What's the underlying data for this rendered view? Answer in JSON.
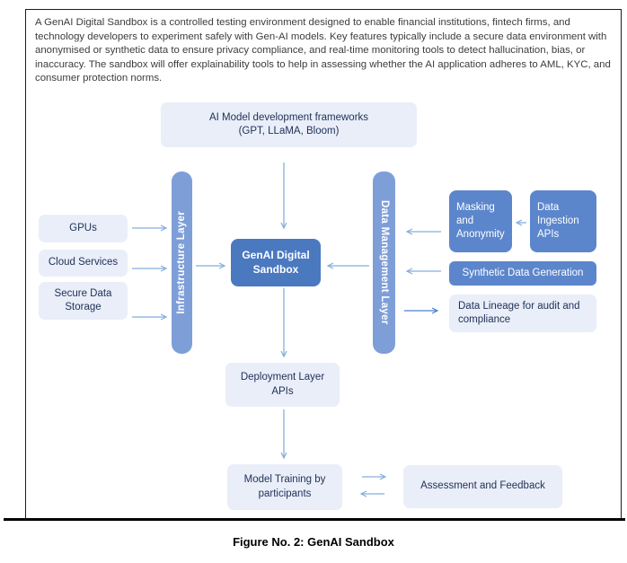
{
  "intro": "A GenAI Digital Sandbox is a controlled testing environment designed to enable financial institutions, fintech firms, and technology developers to experiment safely with Gen-AI models. Key features typically include a secure data environment with anonymised or synthetic data to ensure privacy compliance, and real-time monitoring tools to detect hallucination, bias, or inaccuracy. The sandbox will offer explainability tools to help in assessing whether the AI application adheres to AML, KYC, and consumer protection norms.",
  "caption": "Figure No. 2: GenAI Sandbox",
  "colors": {
    "solid_box": "#5c86cc",
    "sandbox_box": "#4a79c0",
    "layer_bar": "#7e9ed8",
    "light_box": "#e9eef9",
    "arrow_light": "#85aede",
    "arrow_dark": "#4d7fd0",
    "text_navy": "#1f3056",
    "border": "#1b1b1b"
  },
  "diagram": {
    "frameworks_line1": "AI Model development frameworks",
    "frameworks_line2": "(GPT, LLaMA, Bloom)",
    "infrastructure_bar": "Infrastructure Layer",
    "data_management_bar": "Data Management Layer",
    "inputs": [
      "GPUs",
      "Cloud Services",
      "Secure Data Storage"
    ],
    "sandbox": "GenAI Digital Sandbox",
    "masking": "Masking and Anonymity",
    "ingestion": "Data Ingestion APIs",
    "synthetic": "Synthetic Data Generation",
    "lineage": "Data Lineage for audit and compliance",
    "deployment": "Deployment Layer APIs",
    "training": "Model Training by participants",
    "assessment": "Assessment and Feedback",
    "edges": [
      "ai-model-frameworks -> genai-digital-sandbox",
      "gpus -> infrastructure-layer",
      "cloud-services -> infrastructure-layer",
      "secure-data-storage -> infrastructure-layer",
      "infrastructure-layer -> genai-digital-sandbox",
      "data-management-layer -> genai-digital-sandbox",
      "masking-and-anonymity -> data-management-layer",
      "data-ingestion-apis -> masking-and-anonymity",
      "synthetic-data-generation -> data-management-layer",
      "data-management-layer -> data-lineage",
      "genai-digital-sandbox -> deployment-layer-apis",
      "deployment-layer-apis -> model-training",
      "model-training <-> assessment-and-feedback"
    ]
  }
}
